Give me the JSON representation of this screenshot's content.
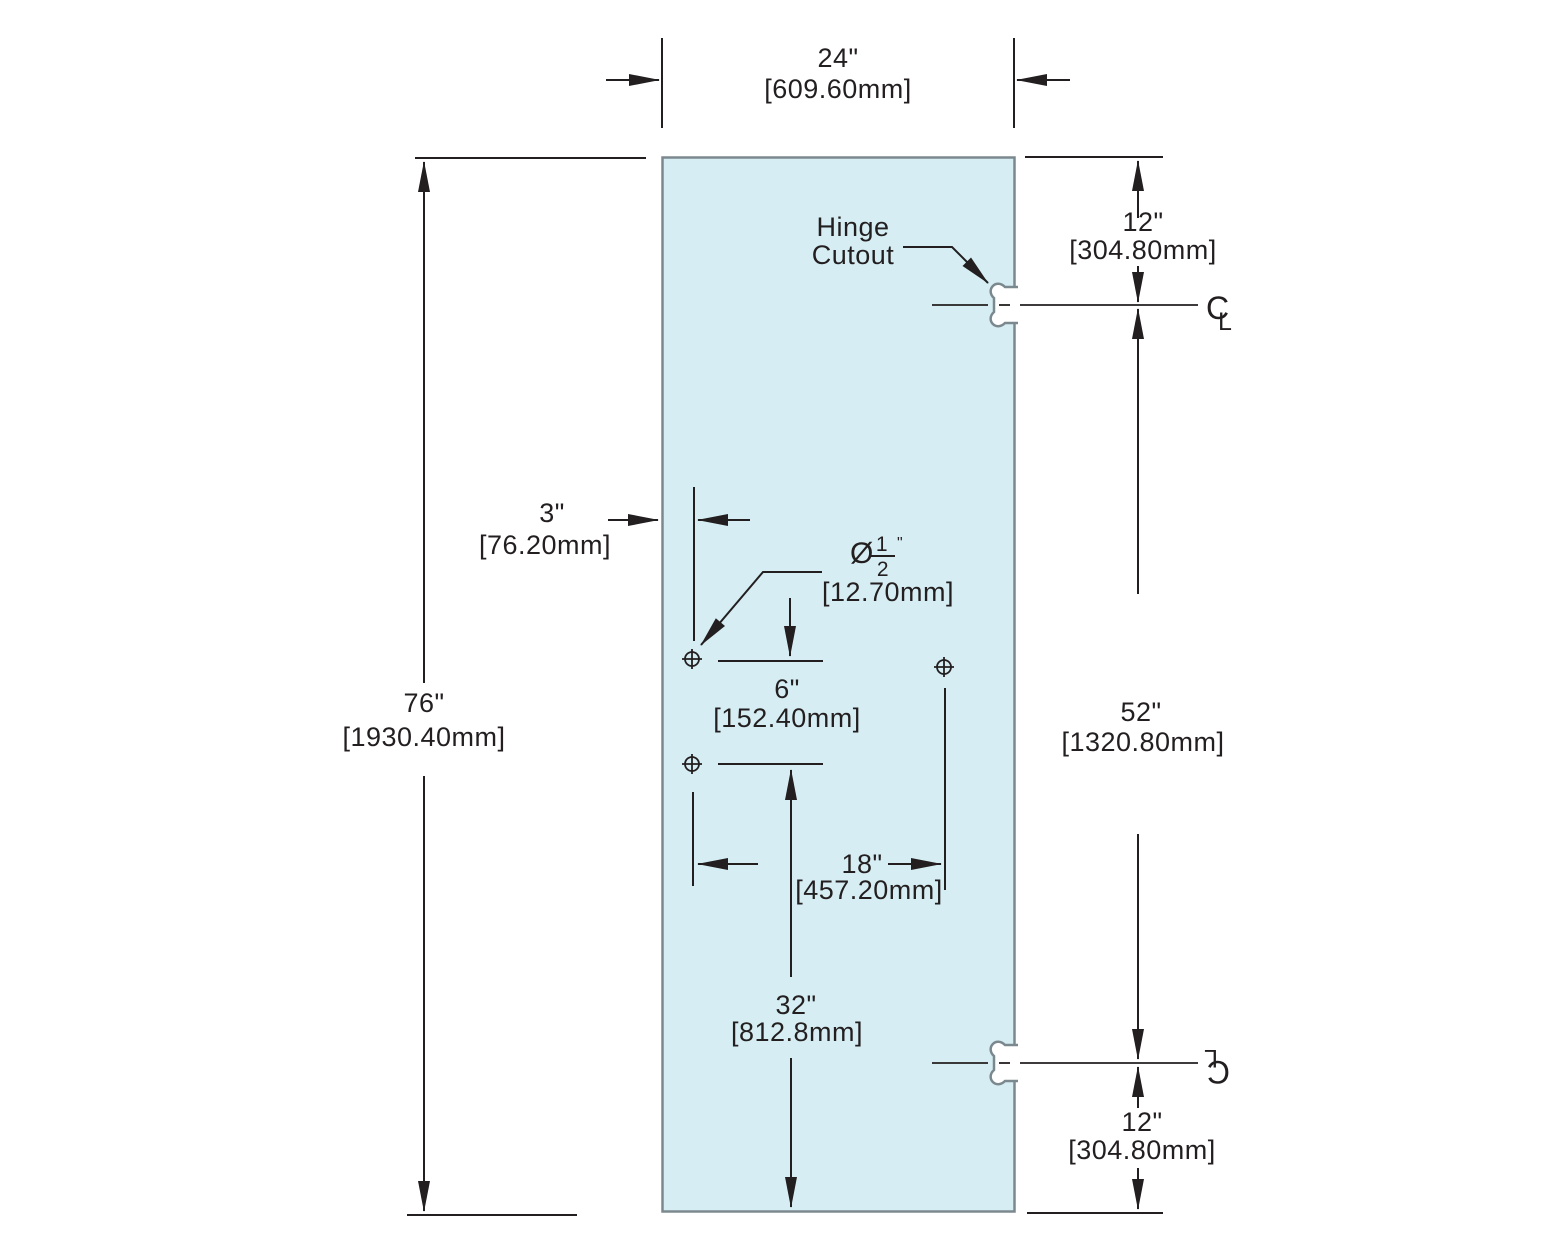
{
  "colors": {
    "background": "#ffffff",
    "glass_fill": "#d6eef3",
    "glass_border": "#7b898f",
    "line": "#231f20",
    "text": "#231f20"
  },
  "labels": {
    "hinge_cutout_line1": "Hinge",
    "hinge_cutout_line2": "Cutout",
    "centerline_c": "C",
    "centerline_l": "L"
  },
  "dimensions": {
    "door_width": {
      "inches": "24\"",
      "mm": "[609.60mm]"
    },
    "door_height": {
      "inches": "76\"",
      "mm": "[1930.40mm]"
    },
    "top_hinge_offset": {
      "inches": "12\"",
      "mm": "[304.80mm]"
    },
    "hinge_spacing": {
      "inches": "52\"",
      "mm": "[1320.80mm]"
    },
    "bottom_hinge_offset": {
      "inches": "12\"",
      "mm": "[304.80mm]"
    },
    "hole_edge_offset": {
      "inches": "3\"",
      "mm": "[76.20mm]"
    },
    "hole_diameter": {
      "symbol": "Ø",
      "numerator": "1",
      "denominator": "2",
      "inch_mark": "\"",
      "mm": "[12.70mm]"
    },
    "hole_vertical_spacing": {
      "inches": "6\"",
      "mm": "[152.40mm]"
    },
    "hole_horizontal_spacing": {
      "inches": "18\"",
      "mm": "[457.20mm]"
    },
    "bottom_hole_height": {
      "inches": "32\"",
      "mm": "[812.8mm]"
    }
  }
}
